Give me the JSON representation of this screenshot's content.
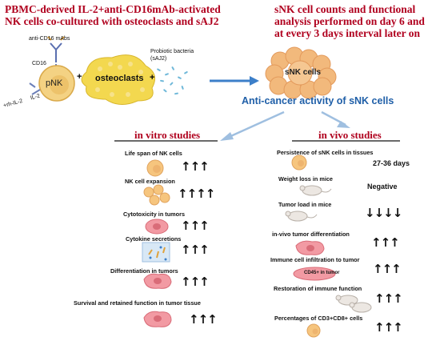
{
  "title_left": [
    "PBMC-derived IL-2+anti-CD16mAb-activated",
    "NK cells co-cultured with osteoclasts and sAJ2"
  ],
  "title_right": [
    "sNK cell counts and functional",
    "analysis performed on day 6 and",
    "at every 3 days interval later on"
  ],
  "diagram": {
    "anti_cd16_label": "anti-CD16 mAbs",
    "cd16_label": "CD16",
    "pnk_label": "pNK",
    "il2_label": "+rh-IL-2",
    "il2_receptor_label": "IL-2",
    "osteoclasts_label": "osteoclasts",
    "probiotic_label": [
      "Probiotic bacteria",
      "(sAJ2)"
    ],
    "snk_label": "sNK cells",
    "plus": "+"
  },
  "center_title": "Anti-cancer activity of sNK cells",
  "in_vitro": {
    "heading": "in vitro studies",
    "items": [
      {
        "label": "Life span of NK cells",
        "arrows": "↑↑↑"
      },
      {
        "label": "NK cell expansion",
        "arrows": "↑↑↑↑"
      },
      {
        "label": "Cytotoxicity in tumors",
        "arrows": "↑↑↑"
      },
      {
        "label": "Cytokine secretions",
        "arrows": "↑↑↑"
      },
      {
        "label": "Differentiation in tumors",
        "arrows": "↑↑↑"
      },
      {
        "label": "Survival and retained function in tumor tissue",
        "arrows": "↑↑↑"
      }
    ]
  },
  "in_vivo": {
    "heading": "in vivo studies",
    "items": [
      {
        "label": "Persistence of sNK cells in tissues",
        "value": "27-36 days"
      },
      {
        "label": "Weight loss in mice",
        "value": "Negative"
      },
      {
        "label": "Tumor load in mice",
        "arrows": "↓↓↓↓"
      },
      {
        "label": "in-vivo tumor differentiation",
        "arrows": "↑↑↑"
      },
      {
        "label": "Immune cell infiltration to tumor",
        "arrows": "↑↑↑",
        "sublabel": "CD45+ in tumor"
      },
      {
        "label": "Restoration of immune function",
        "arrows": "↑↑↑"
      },
      {
        "label": "Percentages of CD3+CD8+ cells",
        "arrows": "↑↑↑"
      }
    ]
  },
  "colors": {
    "title_red": "#b0001e",
    "blue": "#1f5fa8",
    "nk_cell": "#f3c66a",
    "osteoclast": "#f2d64d",
    "tumor": "#f08c96"
  }
}
